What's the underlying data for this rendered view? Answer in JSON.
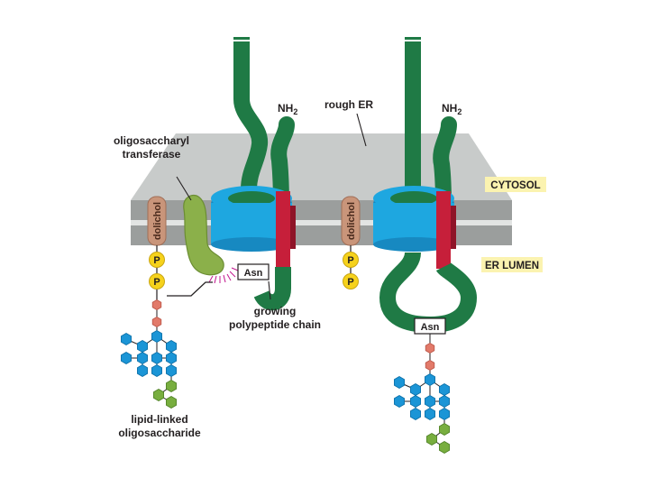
{
  "labels": {
    "oligosaccharyl_line1": "oligosaccharyl",
    "oligosaccharyl_line2": "transferase",
    "rough_er": "rough ER",
    "nh2_left_main": "NH",
    "nh2_left_sub": "2",
    "nh2_right_main": "NH",
    "nh2_right_sub": "2",
    "cytosol": "CYTOSOL",
    "er_lumen": "ER LUMEN",
    "dolichol_left": "dolichol",
    "dolichol_right": "dolichol",
    "phosphate": "P",
    "asn_left": "Asn",
    "asn_right": "Asn",
    "growing_line1": "growing",
    "growing_line2": "polypeptide chain",
    "lipid_line1": "lipid-linked",
    "lipid_line2": "oligosaccharide"
  },
  "colors": {
    "membrane_top": "#c8cbca",
    "membrane_band": "#9b9e9d",
    "membrane_gap": "#e2e4e3",
    "polypeptide": "#1f7a45",
    "translocon": "#1ea7e0",
    "signal_sequence": "#c61f3a",
    "oligosaccharyl_transferase": "#8bb04a",
    "dolichol": "#c9957a",
    "phosphate": "#f6d21c",
    "nacetylglucosamine": "#e27a6a",
    "mannose": "#1b95d6",
    "glucose": "#78ae3f",
    "label_highlight": "#fbf3b0"
  }
}
